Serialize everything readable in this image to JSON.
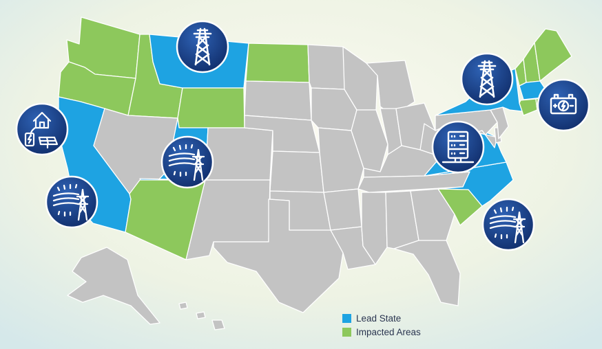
{
  "colors": {
    "lead_state": "#1ea3e2",
    "impacted_area": "#8dc85c",
    "other_state": "#c3c3c3",
    "badge": "#1d3f84"
  },
  "states": {
    "lead": [
      "Montana",
      "California",
      "Utah",
      "New York",
      "Massachusetts",
      "Virginia",
      "North Carolina"
    ],
    "impacted": [
      "Washington",
      "Oregon",
      "Idaho",
      "Wyoming",
      "North Dakota",
      "Arizona",
      "South Carolina",
      "Vermont",
      "New Hampshire",
      "Maine",
      "Connecticut",
      "Rhode Island"
    ]
  },
  "icons": [
    {
      "name": "transmission-tower-icon",
      "state": "Montana"
    },
    {
      "name": "home-solar-battery-icon",
      "state": "California"
    },
    {
      "name": "power-line-icon",
      "state": "Utah"
    },
    {
      "name": "power-line-icon",
      "state": "California"
    },
    {
      "name": "transmission-tower-icon",
      "state": "New York"
    },
    {
      "name": "battery-icon",
      "state": "Massachusetts"
    },
    {
      "name": "server-rack-icon",
      "state": "Virginia"
    },
    {
      "name": "power-line-icon",
      "state": "North Carolina"
    }
  ],
  "legend": {
    "lead_label": "Lead State",
    "impacted_label": "Impacted Areas"
  }
}
